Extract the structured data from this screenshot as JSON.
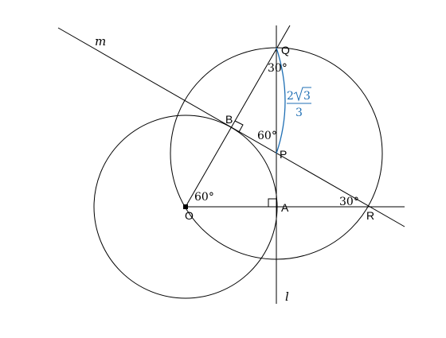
{
  "points": {
    "O": "O",
    "A": "A",
    "B": "B",
    "P": "P",
    "Q": "Q",
    "R": "R"
  },
  "lines": {
    "m": "m",
    "l": "l"
  },
  "angles": {
    "at_O": "60°",
    "at_P": "60°",
    "at_Q": "30°",
    "at_R": "30°"
  },
  "arc_length": {
    "numerator_coef": "2",
    "radicand": "3",
    "denominator": "3"
  },
  "colors": {
    "stroke": "#000000",
    "arc": "#1f6fb4"
  }
}
